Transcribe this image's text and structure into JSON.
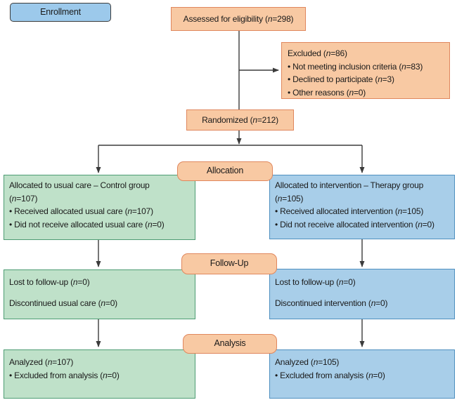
{
  "colors": {
    "orange-fill": "#f8c9a3",
    "orange-border": "#e0875d",
    "green-fill": "#bfe1c9",
    "green-border": "#4d9c73",
    "blue-fill": "#a8cee9",
    "blue-border": "#4e8fbf",
    "enroll-fill": "#9cc9eb",
    "enroll-border": "#3b3b3b",
    "line": "#3b3b3b",
    "text": "#1a1a1a"
  },
  "stages": {
    "enrollment": "Enrollment",
    "allocation": "Allocation",
    "followup": "Follow-Up",
    "analysis": "Analysis"
  },
  "top": {
    "assessed": "Assessed for eligibility (*n*=298)",
    "randomized": "Randomized (*n*=212)",
    "excluded": {
      "title": "Excluded (*n*=86)",
      "items": [
        "Not meeting inclusion criteria (*n*=83)",
        "Declined to participate (*n*=3)",
        "Other reasons (*n*=0)"
      ]
    }
  },
  "control": {
    "allocation": {
      "title": "Allocated to usual care – Control group",
      "subtitle": "(*n*=107)",
      "items": [
        "Received allocated usual care (*n*=107)",
        "Did not receive allocated usual care (*n*=0)"
      ]
    },
    "followup": {
      "lines": [
        "Lost to follow-up (*n*=0)",
        "Discontinued usual care (*n*=0)"
      ]
    },
    "analysis": {
      "title": "Analyzed (*n*=107)",
      "items": [
        "Excluded from analysis (*n*=0)"
      ]
    }
  },
  "intervention": {
    "allocation": {
      "title": "Allocated to intervention – Therapy group",
      "subtitle": "(*n*=105)",
      "items": [
        "Received allocated intervention (*n*=105)",
        "Did not receive allocated intervention (*n*=0)"
      ]
    },
    "followup": {
      "lines": [
        "Lost to follow-up (*n*=0)",
        "Discontinued intervention (*n*=0)"
      ]
    },
    "analysis": {
      "title": "Analyzed (*n*=105)",
      "items": [
        "Excluded from analysis (*n*=0)"
      ]
    }
  }
}
